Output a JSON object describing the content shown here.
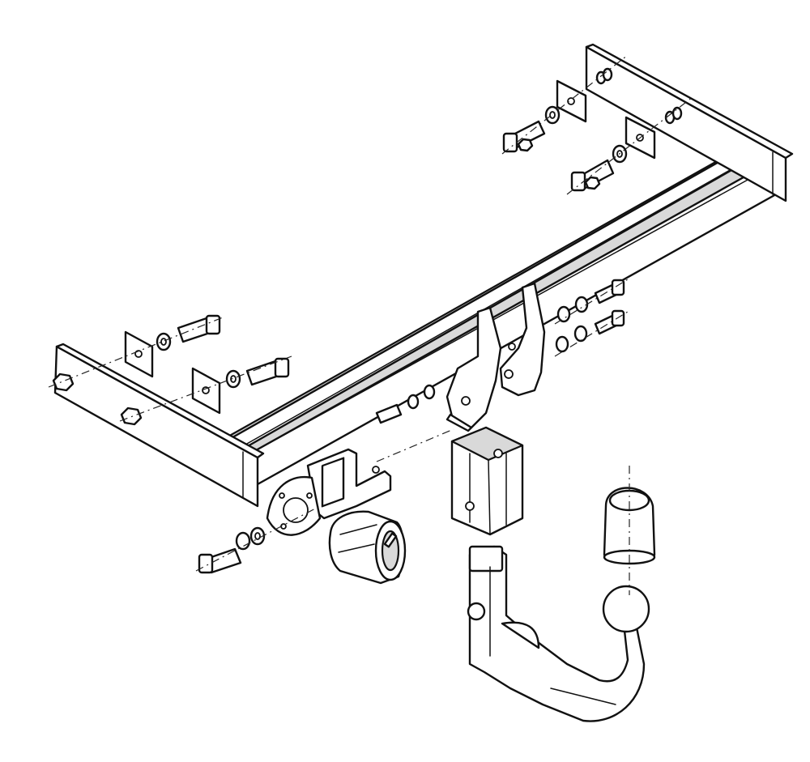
{
  "diagram": {
    "style": "exploded line drawing",
    "colors": {
      "ink": "#111111",
      "paper": "#ffffff",
      "shade": "#d9d9d9"
    },
    "parts": [
      "main-crossbar",
      "left-mounting-plate",
      "right-mounting-plate",
      "center-bracket",
      "socket-holder-bracket",
      "electrical-socket",
      "ball-receiver",
      "detachable-ball-arm",
      "tow-ball-cover",
      "mounting-bolts",
      "washers",
      "nuts"
    ]
  }
}
